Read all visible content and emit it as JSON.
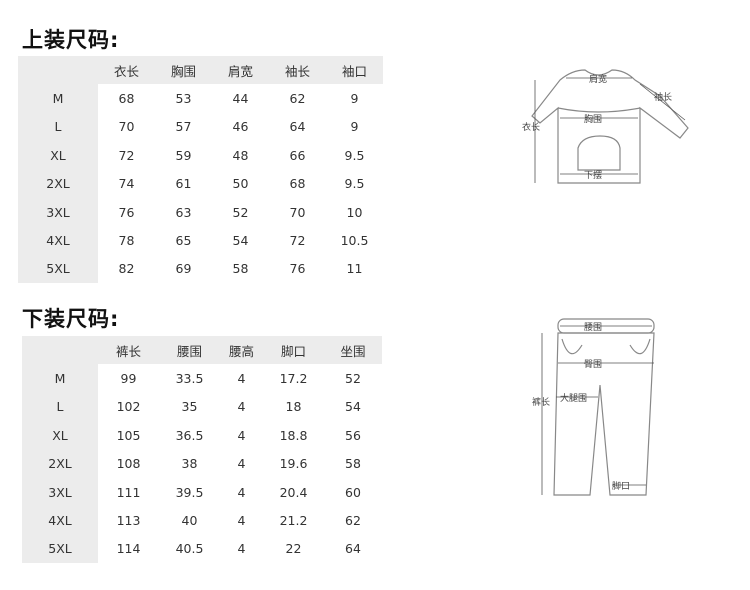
{
  "top": {
    "title": "上装尺码:",
    "headers": [
      "衣长",
      "胸围",
      "肩宽",
      "袖长",
      "袖口"
    ],
    "rows": [
      {
        "size": "M",
        "values": [
          "68",
          "53",
          "44",
          "62",
          "9"
        ]
      },
      {
        "size": "L",
        "values": [
          "70",
          "57",
          "46",
          "64",
          "9"
        ]
      },
      {
        "size": "XL",
        "values": [
          "72",
          "59",
          "48",
          "66",
          "9.5"
        ]
      },
      {
        "size": "2XL",
        "values": [
          "74",
          "61",
          "50",
          "68",
          "9.5"
        ]
      },
      {
        "size": "3XL",
        "values": [
          "76",
          "63",
          "52",
          "70",
          "10"
        ]
      },
      {
        "size": "4XL",
        "values": [
          "78",
          "65",
          "54",
          "72",
          "10.5"
        ]
      },
      {
        "size": "5XL",
        "values": [
          "82",
          "69",
          "58",
          "76",
          "11"
        ]
      }
    ],
    "diagram_labels": {
      "shoulder": "肩宽",
      "sleeve": "袖长",
      "length": "衣长",
      "chest": "胸围",
      "hem": "下摆"
    }
  },
  "bottom": {
    "title": "下装尺码:",
    "headers": [
      "裤长",
      "腰围",
      "腰高",
      "脚口",
      "坐围"
    ],
    "rows": [
      {
        "size": "M",
        "values": [
          "99",
          "33.5",
          "4",
          "17.2",
          "52"
        ]
      },
      {
        "size": "L",
        "values": [
          "102",
          "35",
          "4",
          "18",
          "54"
        ]
      },
      {
        "size": "XL",
        "values": [
          "105",
          "36.5",
          "4",
          "18.8",
          "56"
        ]
      },
      {
        "size": "2XL",
        "values": [
          "108",
          "38",
          "4",
          "19.6",
          "58"
        ]
      },
      {
        "size": "3XL",
        "values": [
          "111",
          "39.5",
          "4",
          "20.4",
          "60"
        ]
      },
      {
        "size": "4XL",
        "values": [
          "113",
          "40",
          "4",
          "21.2",
          "62"
        ]
      },
      {
        "size": "5XL",
        "values": [
          "114",
          "40.5",
          "4",
          "22",
          "64"
        ]
      }
    ],
    "diagram_labels": {
      "waist": "腰围",
      "hip": "臀围",
      "length": "裤长",
      "thigh": "大腿围",
      "leg_opening": "脚口"
    }
  },
  "colors": {
    "label_bg": "#ececec",
    "text": "#333333",
    "diagram_stroke": "#888888"
  }
}
